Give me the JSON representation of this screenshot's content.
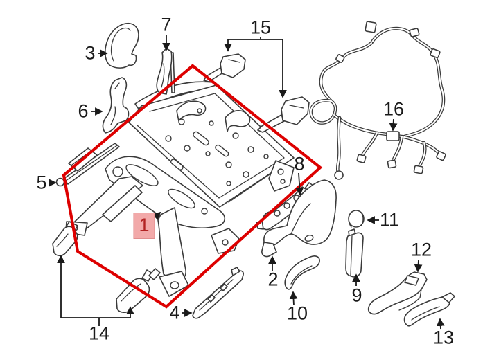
{
  "figure": {
    "type": "exploded-parts-diagram",
    "subject": "front seat track and adjuster assembly with covers and wiring harness",
    "background_color": "#ffffff",
    "artwork_line_color": "#3a3a3a",
    "callout_text_color": "#1a1a1a",
    "highlight_outline": {
      "shape": "pentagon",
      "color": "#dd0000",
      "encloses_callout": "1"
    },
    "selected_callout": {
      "number": "1",
      "fill_color": "#f2a9a9",
      "border_color": "#e08d8d",
      "text_color": "#b22222"
    }
  },
  "callouts": [
    {
      "number": "1",
      "selected": true
    },
    {
      "number": "2",
      "selected": false
    },
    {
      "number": "3",
      "selected": false
    },
    {
      "number": "4",
      "selected": false
    },
    {
      "number": "5",
      "selected": false
    },
    {
      "number": "6",
      "selected": false
    },
    {
      "number": "7",
      "selected": false
    },
    {
      "number": "8",
      "selected": false
    },
    {
      "number": "9",
      "selected": false
    },
    {
      "number": "10",
      "selected": false
    },
    {
      "number": "11",
      "selected": false
    },
    {
      "number": "12",
      "selected": false
    },
    {
      "number": "13",
      "selected": false
    },
    {
      "number": "14",
      "selected": false
    },
    {
      "number": "15",
      "selected": false
    },
    {
      "number": "16",
      "selected": false
    }
  ]
}
